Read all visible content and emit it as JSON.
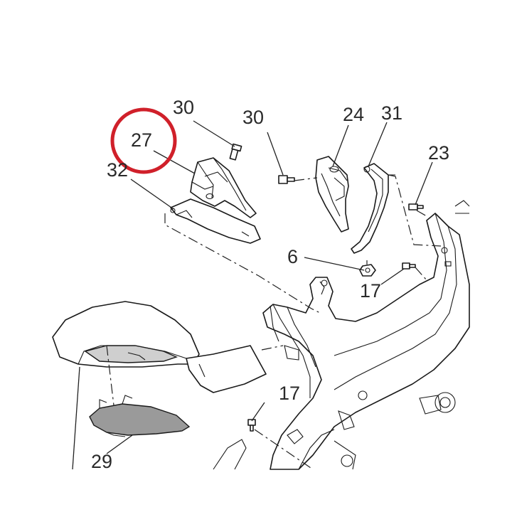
{
  "diagram": {
    "callouts": [
      {
        "id": "c30a",
        "text": "30"
      },
      {
        "id": "c27",
        "text": "27"
      },
      {
        "id": "c32",
        "text": "32"
      },
      {
        "id": "c30b",
        "text": "30"
      },
      {
        "id": "c24",
        "text": "24"
      },
      {
        "id": "c31",
        "text": "31"
      },
      {
        "id": "c23",
        "text": "23"
      },
      {
        "id": "c6",
        "text": "6"
      },
      {
        "id": "c17a",
        "text": "17"
      },
      {
        "id": "c17b",
        "text": "17"
      },
      {
        "id": "c29",
        "text": "29"
      }
    ],
    "highlight": {
      "callout": "27",
      "color": "#d0202a"
    },
    "icons": [
      "mirror-part-icon",
      "mirror-cover-part-icon",
      "bracket-part-icon",
      "frame-part-icon",
      "screw-icon",
      "nut-icon"
    ]
  }
}
